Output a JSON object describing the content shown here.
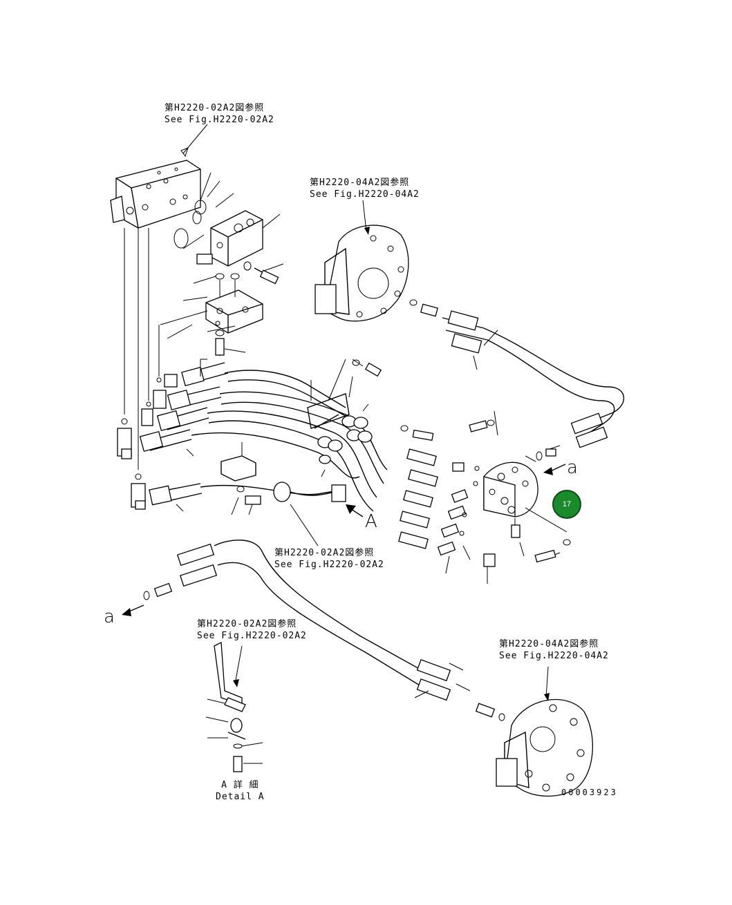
{
  "references": [
    {
      "id": "ref1",
      "jp": "第H2220-02A2図参照",
      "en": "See Fig.H2220-02A2"
    },
    {
      "id": "ref2",
      "jp": "第H2220-04A2図参照",
      "en": "See Fig.H2220-04A2"
    },
    {
      "id": "ref3",
      "jp": "第H2220-02A2図参照",
      "en": "See Fig.H2220-02A2"
    },
    {
      "id": "ref4",
      "jp": "第H2220-02A2図参照",
      "en": "See Fig.H2220-02A2"
    },
    {
      "id": "ref5",
      "jp": "第H2220-04A2図参照",
      "en": "See Fig.H2220-04A2"
    }
  ],
  "detail": {
    "jp": "A 詳 細",
    "en": "Detail A"
  },
  "view_letters": {
    "a_right": "a",
    "a_left": "a",
    "A_view": "A"
  },
  "callout": {
    "number": "17",
    "color": "#1b8a2c"
  },
  "drawing_code": "00003923"
}
